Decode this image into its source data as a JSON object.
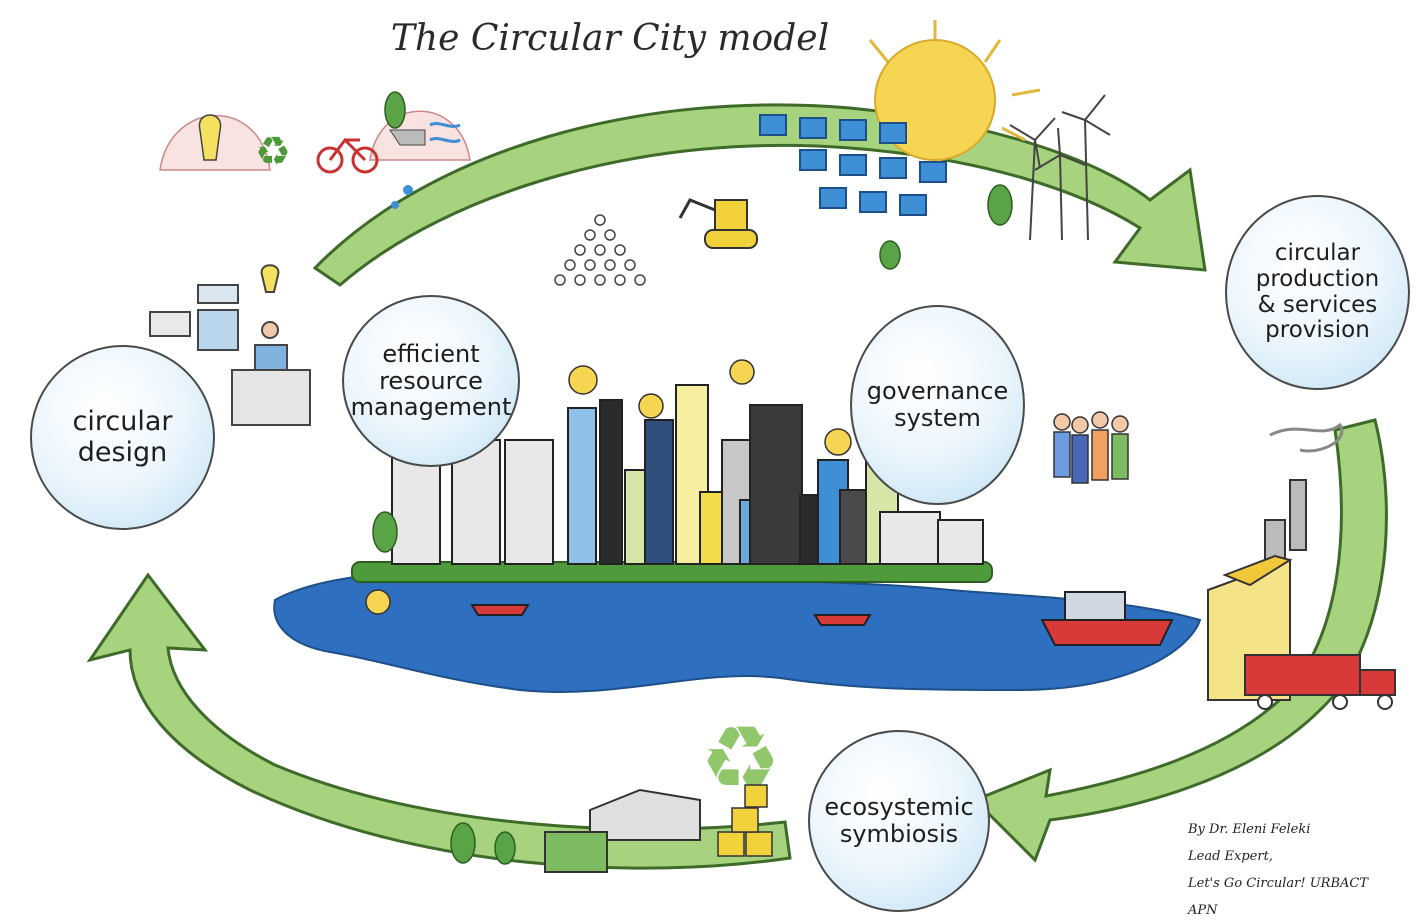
{
  "title": "The Circular City model",
  "nodes": {
    "circular_design": "circular\ndesign",
    "efficient_resource_management": "efficient\nresource\nmanagement",
    "governance_system": "governance\nsystem",
    "circular_production": "circular\nproduction\n& services\nprovision",
    "ecosystemic_symbiosis": "ecosystemic\nsymbiosis"
  },
  "credit": {
    "line1": "By Dr. Eleni Feleki",
    "line2": "Lead Expert,",
    "line3": "Let's Go Circular! URBACT",
    "line4": "APN"
  },
  "colors": {
    "arrow_green": "#9ccd74",
    "water_blue": "#2f6fc0",
    "bubble_blue": "#bfe0f3",
    "sun_yellow": "#f6d553"
  }
}
